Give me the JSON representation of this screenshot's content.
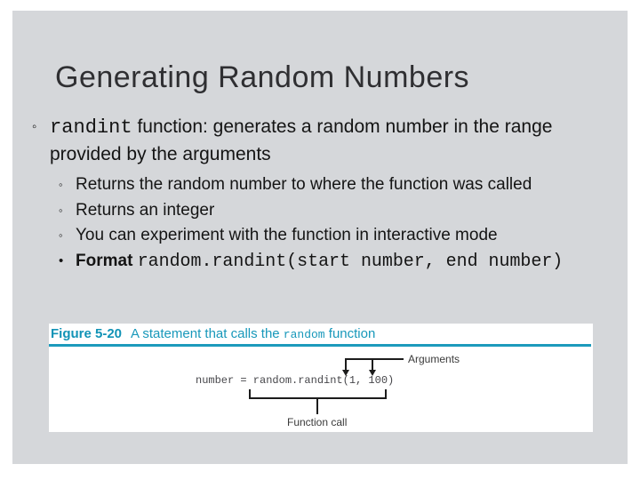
{
  "slide": {
    "title": "Generating Random Numbers",
    "markers": {
      "hollow": "◦",
      "filled": "•"
    },
    "bullet1": {
      "mono": "randint",
      "rest": " function: generates a random number in the range provided by the arguments"
    },
    "sub_bullets": {
      "item1": "Returns the random number to where the function was called",
      "item2": "Returns an integer",
      "item3": "You can experiment with the function in interactive mode",
      "item4_label": "Format ",
      "item4_code": "random.randint(start number, end number)"
    },
    "figure": {
      "label": "Figure 5-20",
      "caption_pre": "A statement that calls the ",
      "caption_mono": "random",
      "caption_post": " function",
      "code": "number = random.randint(1, 100)",
      "arguments_label": "Arguments",
      "function_call_label": "Function call"
    },
    "colors": {
      "slide_bg": "#d5d7da",
      "accent_teal": "#1898ba",
      "title_color": "#2f2f32",
      "diagram_line": "#1c1c1c"
    }
  }
}
